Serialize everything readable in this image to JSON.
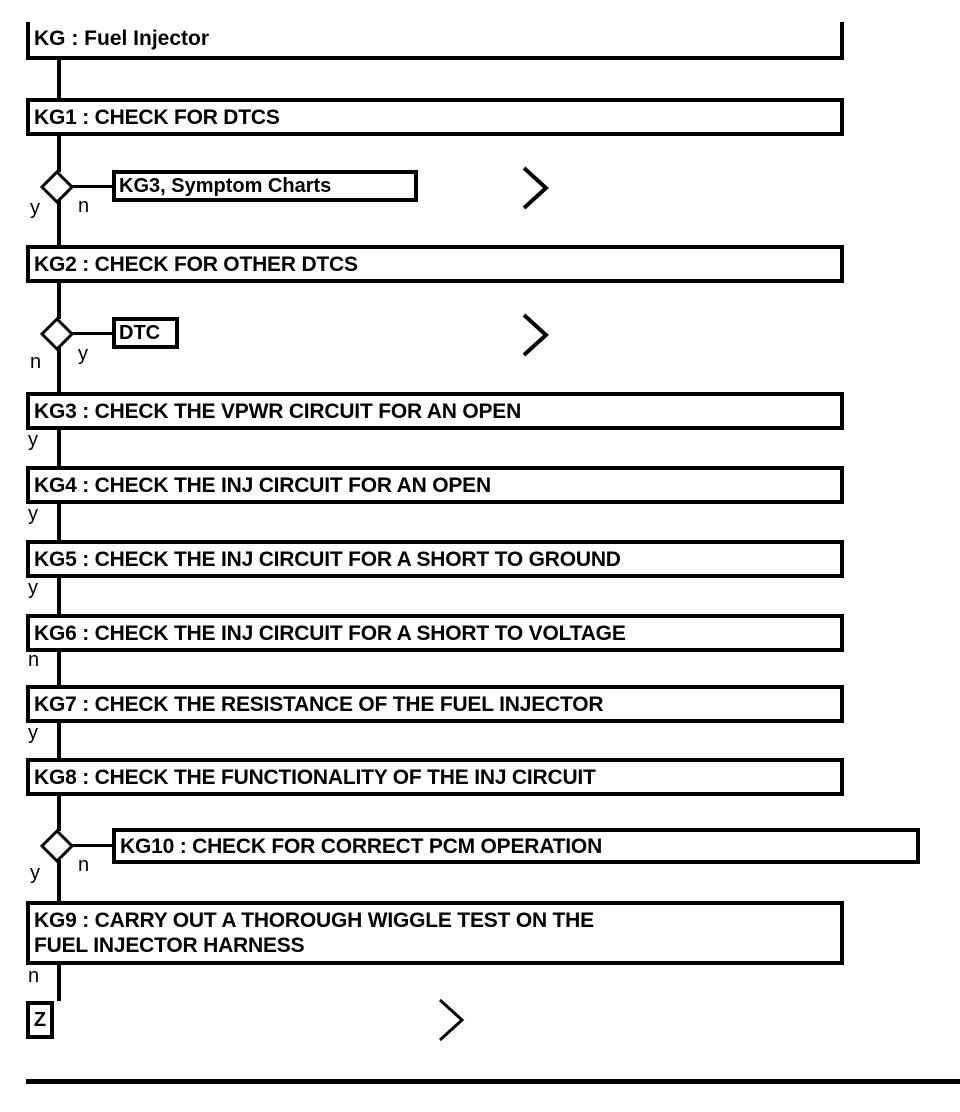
{
  "diagram": {
    "title_box": {
      "label": "KG : Fuel Injector"
    },
    "steps": [
      {
        "id": "kg1",
        "label": "KG1 : CHECK FOR DTCS"
      },
      {
        "id": "kg2",
        "label": "KG2 : CHECK FOR OTHER DTCS"
      },
      {
        "id": "kg3",
        "label": "KG3 : CHECK THE VPWR CIRCUIT FOR AN OPEN"
      },
      {
        "id": "kg4",
        "label": "KG4 : CHECK THE INJ CIRCUIT FOR AN OPEN"
      },
      {
        "id": "kg5",
        "label": "KG5 : CHECK THE INJ CIRCUIT FOR A SHORT TO GROUND"
      },
      {
        "id": "kg6",
        "label": "KG6 : CHECK THE INJ CIRCUIT FOR A SHORT TO VOLTAGE"
      },
      {
        "id": "kg7",
        "label": "KG7 : CHECK THE RESISTANCE OF THE FUEL INJECTOR"
      },
      {
        "id": "kg8",
        "label": "KG8 : CHECK THE FUNCTIONALITY OF THE INJ CIRCUIT"
      },
      {
        "id": "kg10",
        "label": "KG10 : CHECK FOR CORRECT PCM OPERATION"
      },
      {
        "id": "kg9",
        "label": "KG9 : CARRY OUT A THOROUGH WIGGLE TEST ON THE\nFUEL INJECTOR HARNESS"
      }
    ],
    "references": [
      {
        "id": "ref-symptom-charts",
        "label": "KG3, Symptom Charts"
      },
      {
        "id": "ref-dtc",
        "label": "DTC"
      },
      {
        "id": "ref-terminator-z",
        "label": "Z"
      }
    ],
    "branch_labels": {
      "d1_yes": "y",
      "d1_no": "n",
      "d2_no": "n",
      "d2_yes": "y",
      "kg3_out": "y",
      "kg4_out": "y",
      "kg5_out": "y",
      "kg6_out": "n",
      "kg7_out": "y",
      "d3_yes": "y",
      "d3_no": "n",
      "kg9_out": "n"
    },
    "icons": {
      "decision": "decision-diamond-icon",
      "continuation": "chevron-right-icon"
    },
    "colors": {
      "stroke": "#000000",
      "background": "#ffffff"
    }
  }
}
